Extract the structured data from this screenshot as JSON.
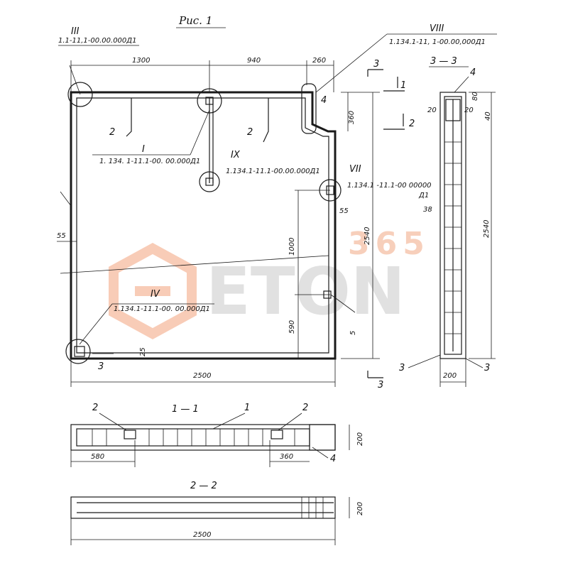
{
  "figure": {
    "title": "Рис. 1"
  },
  "plan": {
    "dims": {
      "d1300": "1300",
      "d940": "940",
      "d260": "260",
      "d360": "360",
      "d2540": "2540",
      "d1000": "1000",
      "d590": "590",
      "d55_left": "55",
      "d55_right": "55",
      "d25": "25",
      "d2500": "2500",
      "d5": "5"
    },
    "callouts": {
      "c3": "III",
      "c3_ref": "1.1-11,1-00.00.000Д1",
      "c8": "VIII",
      "c8_ref": "1.134.1-11, 1-00.00,000Д1",
      "c1": "I",
      "c1_ref": "1. 134. 1-11.1-00. 00.000Д1",
      "c9": "IX",
      "c9_ref": "1.134.1-11.1-00.00.000Д1",
      "c7": "VII",
      "c7_ref": "1.134.1 -11.1-00 00000",
      "c7_ref2": "Д1",
      "c4": "IV",
      "c4_ref": "1.134.1-11.1-00. 00.000Д1"
    },
    "pos": {
      "p2a": "2",
      "p2b": "2",
      "p4": "4",
      "p3": "3",
      "p3_right": "3",
      "p1": "1"
    },
    "section_marks": {
      "s3_top": "3",
      "s1": "1",
      "s2": "2",
      "s3_bottom": "3"
    }
  },
  "section_33": {
    "title": "3 — 3",
    "p4": "4",
    "d80": "80",
    "d20a": "20",
    "d20b": "20",
    "d40": "40",
    "d38": "38",
    "d2540": "2540",
    "d200": "200",
    "p3": "3"
  },
  "section_11": {
    "title": "1 — 1",
    "p2a": "2",
    "p1": "1",
    "p2b": "2",
    "d200": "200",
    "d580": "580",
    "d360": "360",
    "p4": "4"
  },
  "section_22": {
    "title": "2 — 2",
    "d200": "200",
    "d2500": "2500"
  },
  "watermark": {
    "text": "ETON",
    "number": "365"
  }
}
